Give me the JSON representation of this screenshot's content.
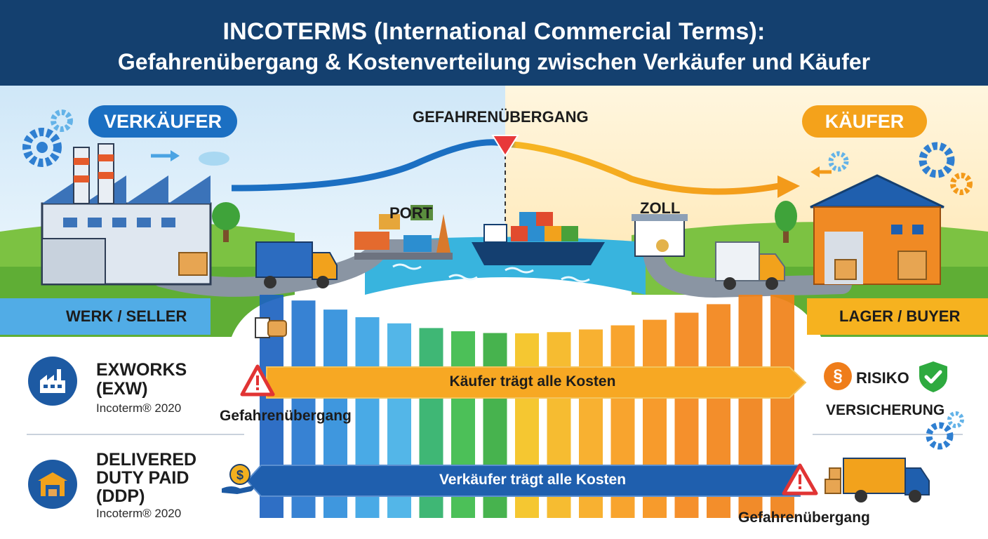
{
  "header": {
    "title_line1": "INCOTERMS (International Commercial Terms):",
    "title_line2": "Gefahrenübergang & Kostenverteilung zwischen Verkäufer und Käufer"
  },
  "scene": {
    "seller_label": "VERKÄUFER",
    "buyer_label": "KÄUFER",
    "risk_transfer_label": "GEFAHRENÜBERGANG",
    "port_label": "PORT",
    "customs_label": "ZOLL",
    "seller_location": "WERK / SELLER",
    "buyer_location": "LAGER / BUYER"
  },
  "conditions": [
    {
      "title_line1": "EXWORKS",
      "title_line2": "(EXW)",
      "subtitle": "Incoterm® 2020",
      "cost_label": "Käufer trägt alle Kosten",
      "risk_label": "Gefahrenübergang"
    },
    {
      "title_line1": "DELIVERED",
      "title_line2": "DUTY PAID",
      "title_line3": "(DDP)",
      "subtitle": "Incoterm® 2020",
      "cost_label": "Verkäufer trägt alle Kosten",
      "risk_label": "Gefahrenübergang"
    }
  ],
  "legend": {
    "risk_label": "RISIKO",
    "insurance_label": "VERSICHERUNG"
  },
  "colors": {
    "header": "#14406f",
    "seller_blue": "#1b6fc2",
    "buyer_orange": "#f4a21b",
    "band_orange": "#f7a823",
    "band_blue": "#1f5fae",
    "green": "#2eaa3f"
  },
  "icons": {
    "warning": "warning-triangle-icon",
    "paragraph": "paragraph-icon",
    "shield": "shield-check-icon",
    "money": "money-hand-icon",
    "gear": "gear-icon"
  }
}
